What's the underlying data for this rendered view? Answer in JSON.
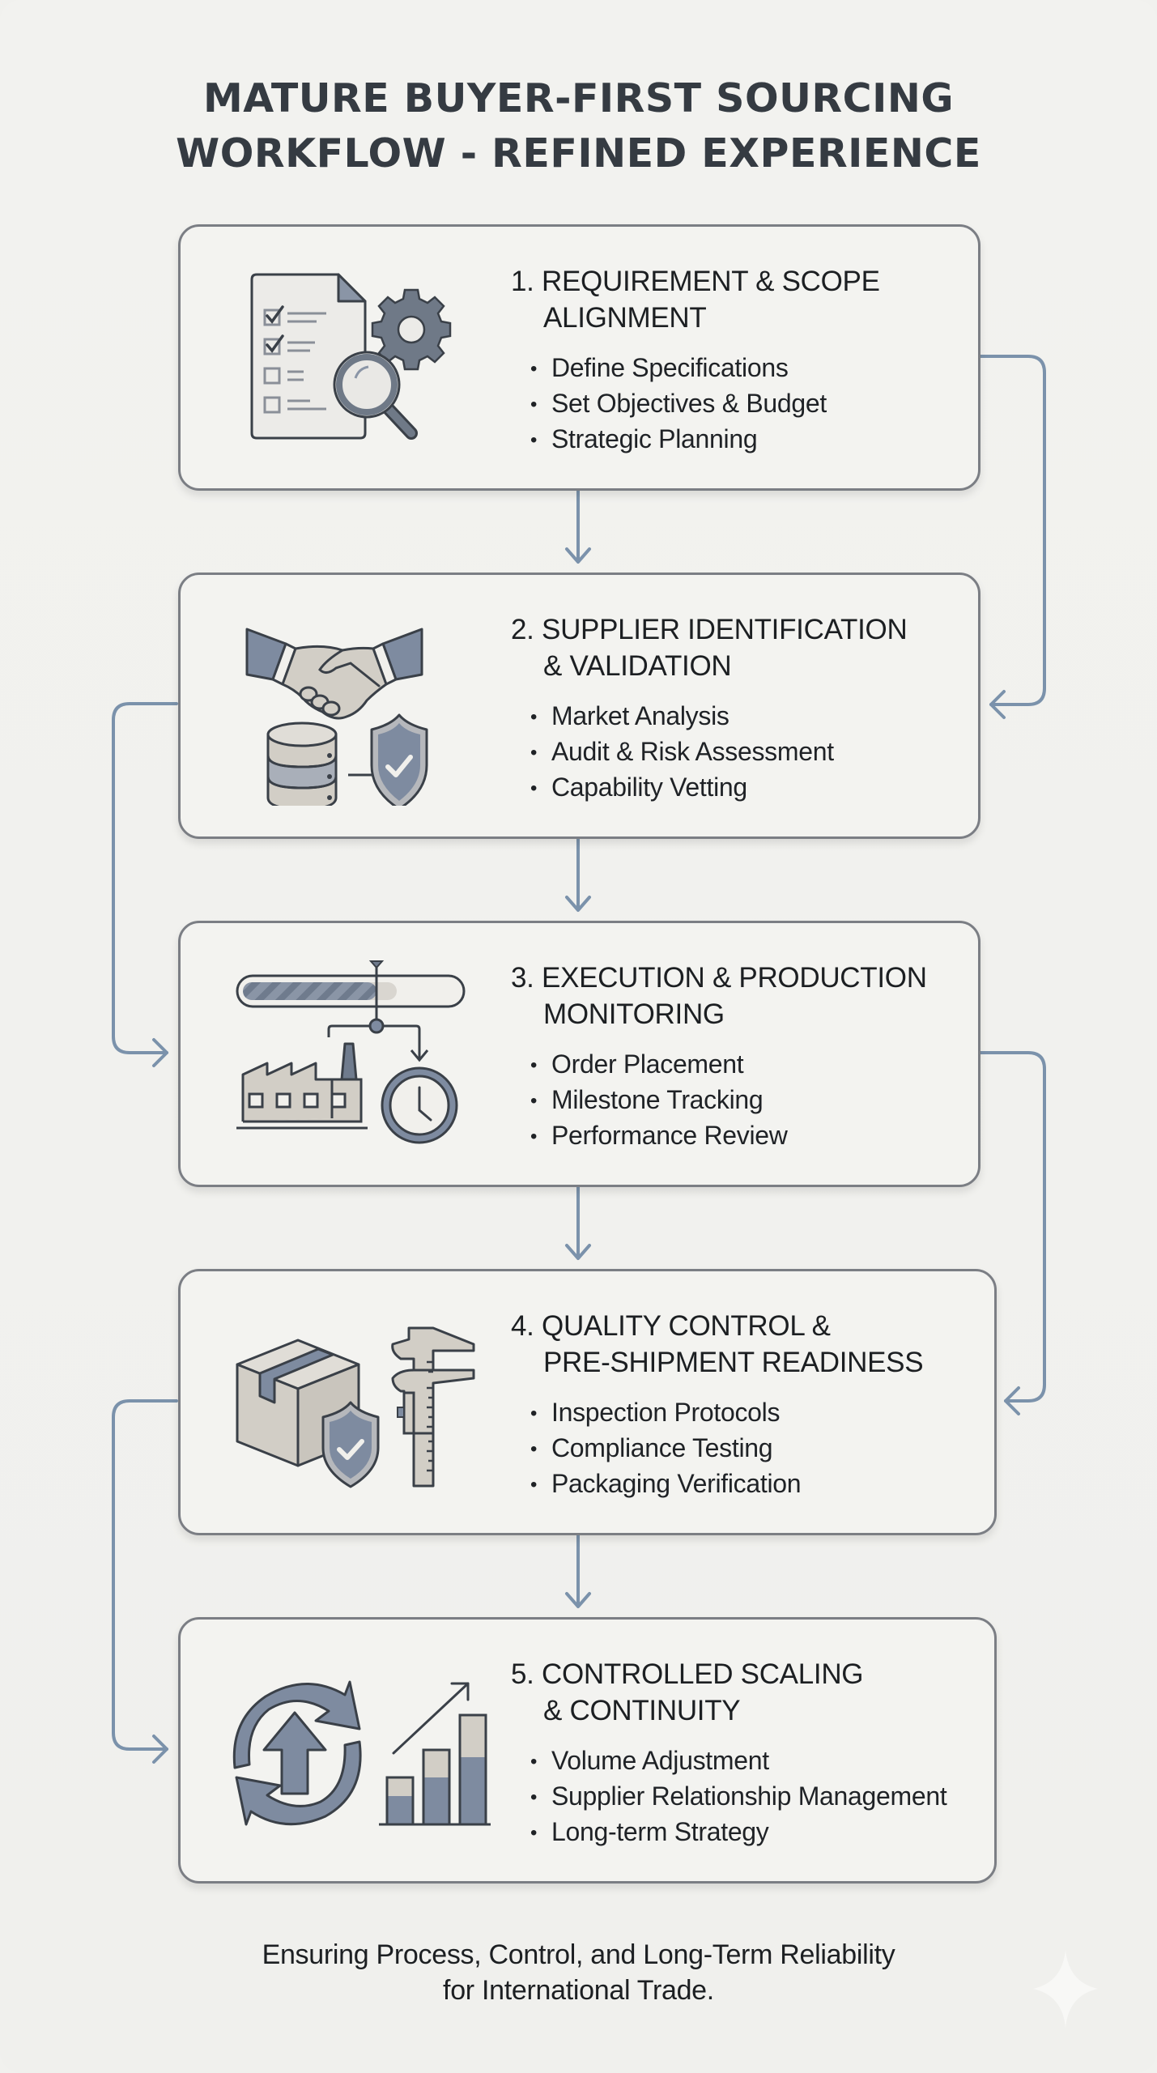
{
  "title": {
    "line1": "MATURE BUYER-FIRST SOURCING",
    "line2": "WORKFLOW - REFINED EXPERIENCE"
  },
  "colors": {
    "background": "#f1f1ee",
    "card_border": "#7b7e84",
    "connector": "#7b92ab",
    "icon_dark": "#3a4048",
    "icon_slate": "#7e8ba0",
    "icon_beige": "#d2cec6"
  },
  "steps": [
    {
      "number": "1.",
      "title_line1": "REQUIREMENT & SCOPE",
      "title_line2": "ALIGNMENT",
      "icon": "checklist-magnifier-gear-icon",
      "bullets": [
        "Define Specifications",
        "Set Objectives & Budget",
        "Strategic Planning"
      ]
    },
    {
      "number": "2.",
      "title_line1": "SUPPLIER IDENTIFICATION",
      "title_line2": "& VALIDATION",
      "icon": "handshake-database-shield-icon",
      "bullets": [
        "Market Analysis",
        "Audit & Risk Assessment",
        "Capability Vetting"
      ]
    },
    {
      "number": "3.",
      "title_line1": "EXECUTION & PRODUCTION",
      "title_line2": "MONITORING",
      "icon": "progress-factory-clock-icon",
      "bullets": [
        "Order Placement",
        "Milestone Tracking",
        "Performance Review"
      ]
    },
    {
      "number": "4.",
      "title_line1": "QUALITY CONTROL &",
      "title_line2": "PRE-SHIPMENT READINESS",
      "icon": "box-shield-caliper-icon",
      "bullets": [
        "Inspection Protocols",
        "Compliance Testing",
        "Packaging Verification"
      ]
    },
    {
      "number": "5.",
      "title_line1": "CONTROLLED SCALING",
      "title_line2": "& CONTINUITY",
      "icon": "cycle-arrow-growth-chart-icon",
      "bullets": [
        "Volume Adjustment",
        "Supplier Relationship Management",
        "Long-term Strategy"
      ]
    }
  ],
  "footer": {
    "line1": "Ensuring Process, Control, and Long-Term Reliability",
    "line2": "for International Trade."
  }
}
